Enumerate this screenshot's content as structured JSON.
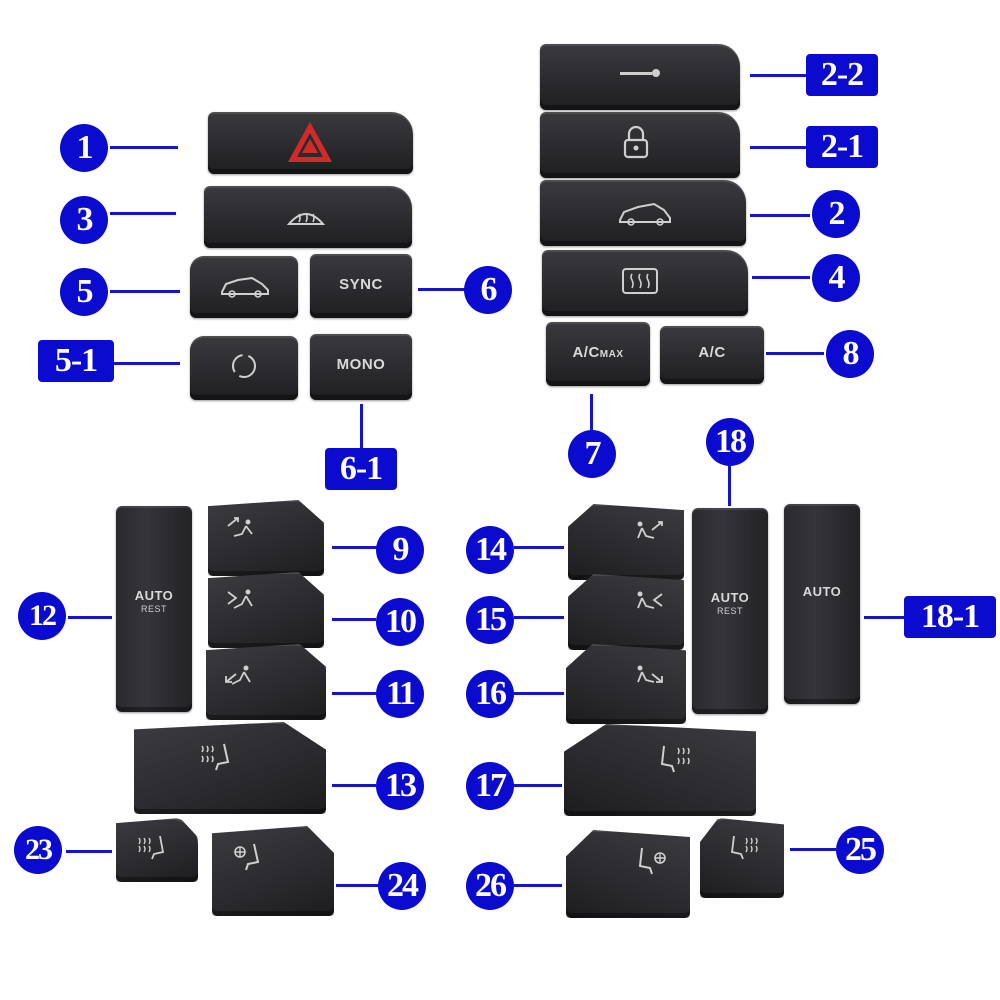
{
  "labels": {
    "l1": "1",
    "l2": "2",
    "l2_1": "2-1",
    "l2_2": "2-2",
    "l3": "3",
    "l4": "4",
    "l5": "5",
    "l5_1": "5-1",
    "l6": "6",
    "l6_1": "6-1",
    "l7": "7",
    "l8": "8",
    "l9": "9",
    "l10": "10",
    "l11": "11",
    "l12": "12",
    "l13": "13",
    "l14": "14",
    "l15": "15",
    "l16": "16",
    "l17": "17",
    "l18": "18",
    "l18_1": "18-1",
    "l23": "23",
    "l24": "24",
    "l25": "25",
    "l26": "26"
  },
  "buttons": {
    "sync": "SYNC",
    "mono": "MONO",
    "ac_max_main": "A/C",
    "ac_max_sub": "MAX",
    "ac": "A/C",
    "auto_rest_left_main": "AUTO",
    "auto_rest_left_sub": "REST",
    "auto_rest_right_main": "AUTO",
    "auto_rest_right_sub": "REST",
    "auto_right": "AUTO"
  },
  "colors": {
    "label_blue": "#0b0bd0",
    "hazard_red": "#d22a2a",
    "cap_dark": "#2b2b2f"
  },
  "icons": [
    "hazard-triangle-icon",
    "windshield-defrost-icon",
    "car-tailgate-icon",
    "recirculation-icon",
    "key-icon",
    "lock-icon",
    "rear-defrost-icon",
    "airflow-up-icon",
    "airflow-face-icon",
    "airflow-feet-icon",
    "seat-heat-icon",
    "seat-vent-icon"
  ]
}
